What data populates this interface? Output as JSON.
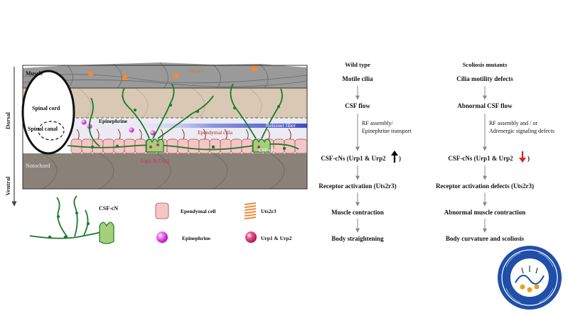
{
  "diagram": {
    "axis": {
      "dorsal": "Dorsal",
      "ventral": "Ventral"
    },
    "labels": {
      "muscle": "Muscle",
      "uts2r3": "Uts2r3",
      "spinal_cord": "Spinal cord",
      "spinal_canal": "Spinal canal",
      "epinephrine": "Epinephrine",
      "reissner_fiber": "Reissner fiber",
      "ependymal_cilia": "Ependymal cilia",
      "csf_cn_short": "CSF-cN",
      "urp": "Urp1 & Urp2",
      "notochord": "Notochord"
    },
    "legend": [
      {
        "key": "csf_cn",
        "label": "CSF-cN"
      },
      {
        "key": "ependymal_cell",
        "label": "Ependymal cell"
      },
      {
        "key": "uts2r3",
        "label": "Uts2r3"
      },
      {
        "key": "epinephrine",
        "label": "Epinephrine"
      },
      {
        "key": "urp",
        "label": "Urp1 & Urp2"
      }
    ]
  },
  "flowchart": {
    "wild_type": {
      "header": "Wild type",
      "steps": [
        "Motile cilia",
        "CSF flow",
        "CSF-cNs (Urp1 & Urp2",
        "Receptor activation (Uts2r3)",
        "Muscle contraction",
        "Body straightening"
      ],
      "side_notes": [
        [
          "RF assembly/",
          "Epinephrine transport"
        ]
      ]
    },
    "mutants": {
      "header": "Scoliosis mutants",
      "steps": [
        "Cilia motility defects",
        "Abnormal CSF flow",
        "CSF-cNs (Urp1 & Urp2",
        "Receptor activation defects (Uts2r3)",
        "Abnormal muscle contraction",
        "Body curvature and scoliosis"
      ],
      "side_notes": [
        [
          "RF assembly and / or",
          "Adrenergic signaling defects"
        ]
      ]
    },
    "paren": ")"
  },
  "colors": {
    "muscle": "#9a9a9a",
    "tissue": "#d8c8b4",
    "ependymal": "#f4c6c6",
    "notochord": "#8a8178",
    "neuron": "#1a7a2a",
    "neuron_body": "#a6cf7a",
    "epinephrine": "#e63ce6",
    "urp": "#d6256a",
    "uts2r3": "#f08a3a",
    "reissner": "#5a6ad0",
    "up_arrow": "#000000",
    "down_arrow": "#e02020"
  }
}
